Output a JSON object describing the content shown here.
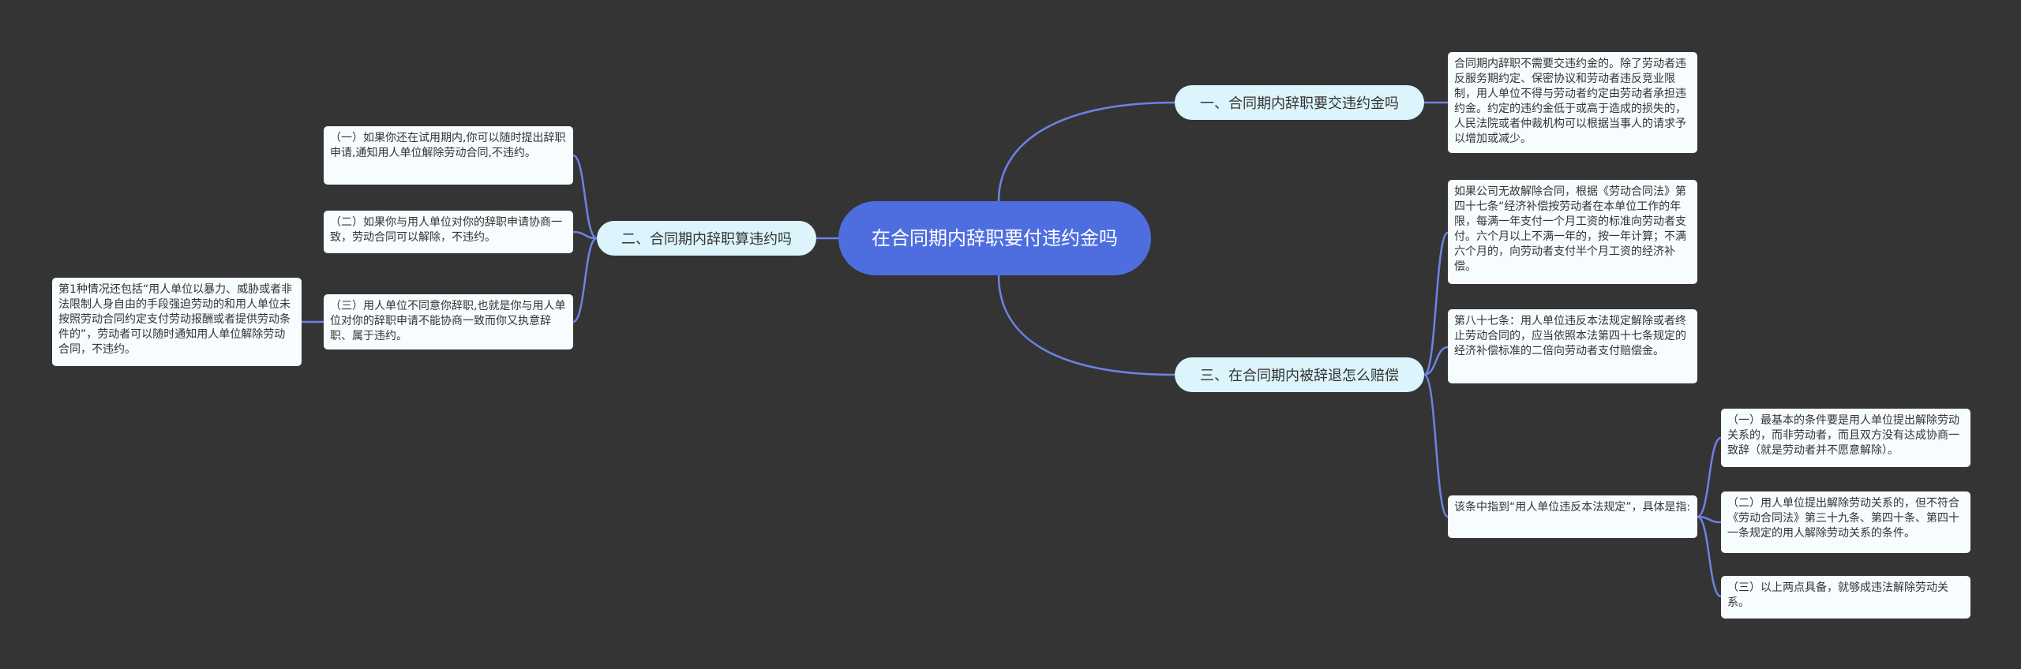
{
  "mindmap": {
    "root": "在合同期内辞职要付违约金吗",
    "branch1": {
      "title": "一、合同期内辞职要交违约金吗",
      "leaf1": "合同期内辞职不需要交违约金的。除了劳动者违反服务期约定、保密协议和劳动者违反竞业限制，用人单位不得与劳动者约定由劳动者承担违约金。约定的违约金低于或高于造成的损失的，人民法院或者仲裁机构可以根据当事人的请求予以增加或减少。"
    },
    "branch2": {
      "title": "二、合同期内辞职算违约吗",
      "leaf1": "（一）如果你还在试用期内,你可以随时提出辞职申请,通知用人单位解除劳动合同,不违约。",
      "leaf2": "（二）如果你与用人单位对你的辞职申请协商一致，劳动合同可以解除，不违约。",
      "leaf3": "（三）用人单位不同意你辞职,也就是你与用人单位对你的辞职申请不能协商一致而你又执意辞职、属于违约。",
      "leaf3_child": "第1种情况还包括“用人单位以暴力、威胁或者非法限制人身自由的手段强迫劳动的和用人单位未按照劳动合同约定支付劳动报酬或者提供劳动条件的”，劳动者可以随时通知用人单位解除劳动合同，不违约。"
    },
    "branch3": {
      "title": "三、在合同期内被辞退怎么赔偿",
      "leaf1": "如果公司无故解除合同，根据《劳动合同法》第四十七条“经济补偿按劳动者在本单位工作的年限，每满一年支付一个月工资的标准向劳动者支付。六个月以上不满一年的，按一年计算；不满六个月的，向劳动者支付半个月工资的经济补偿。",
      "leaf2": "第八十七条：用人单位违反本法规定解除或者终止劳动合同的，应当依照本法第四十七条规定的经济补偿标准的二倍向劳动者支付赔偿金。",
      "leaf3": "该条中指到“用人单位违反本法规定”，具体是指:",
      "leaf3_children": [
        "（一）最基本的条件要是用人单位提出解除劳动关系的，而非劳动者，而且双方没有达成协商一致辞（就是劳动者并不愿意解除）。",
        "（二）用人单位提出解除劳动关系的，但不符合《劳动合同法》第三十九条、第四十条、第四十一条规定的用人解除劳动关系的条件。",
        "（三）以上两点具备，就够成违法解除劳动关系。"
      ]
    },
    "colors": {
      "background": "#353434",
      "root": "#4e6ee0",
      "branch": "#dcf4fb",
      "leaf": "#f7fcff",
      "link": "#6b83e6"
    }
  }
}
